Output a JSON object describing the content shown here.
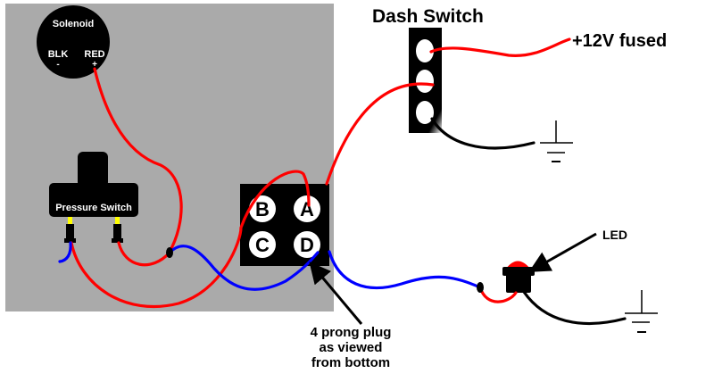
{
  "diagram": {
    "colors": {
      "panel": "#aaaaaa",
      "component": "#000000",
      "positive_wire": "#ff0000",
      "signal_wire": "#0000ff",
      "ground_wire": "#000000",
      "terminal_yellow": "#ffff00",
      "led_lens": "#ff0000"
    },
    "solenoid": {
      "title": "Solenoid",
      "neg_label": "BLK",
      "neg_sign": "-",
      "pos_label": "RED",
      "pos_sign": "+"
    },
    "pressure_switch": {
      "label": "Pressure Switch"
    },
    "plug": {
      "pins": [
        "B",
        "A",
        "C",
        "D"
      ],
      "annotation_lines": [
        "4 prong plug",
        "as viewed",
        "from bottom"
      ]
    },
    "dash_switch": {
      "title": "Dash Switch",
      "supply_label": "+12V fused"
    },
    "led": {
      "label": "LED"
    }
  }
}
